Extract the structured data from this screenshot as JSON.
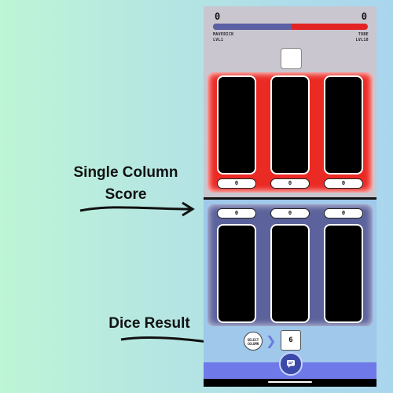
{
  "annotations": {
    "single_column_score_line1": "Single Column",
    "single_column_score_line2": "Score",
    "dice_result": "Dice Result"
  },
  "opponent": {
    "name": "TOBE",
    "level": "LVL18",
    "score": "0"
  },
  "player": {
    "name": "MAVERICK",
    "level": "LVL1",
    "score": "0"
  },
  "health_share": {
    "player": 0.51
  },
  "opponent_board": {
    "column_scores": [
      "0",
      "0",
      "0"
    ]
  },
  "player_board": {
    "column_scores": [
      "0",
      "0",
      "0"
    ]
  },
  "controls": {
    "select_column_label": "SELECT COLUMN",
    "dice_result": "6"
  },
  "colors": {
    "opponent": "#eb2a24",
    "player": "#5c639c",
    "accent": "#6f7ae8"
  },
  "icons": {
    "chat": "chat-bubble-icon",
    "chevron": "chevron-right-icon"
  }
}
